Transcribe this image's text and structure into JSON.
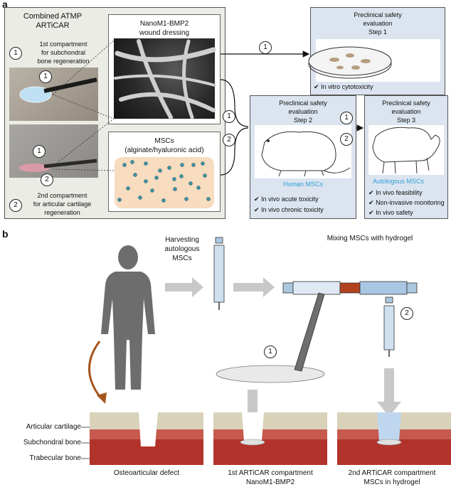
{
  "panel_a": {
    "letter": "a",
    "left_box": {
      "title1": "Combined ATMP",
      "title2": "ARTiCAR",
      "first_compartment": [
        "1st compartment",
        "for subchondral",
        "bone regeneration"
      ],
      "second_compartment": [
        "2nd compartment",
        "for articular cartilage",
        "regeneration"
      ],
      "dressing_label": [
        "NanoM1-BMP2",
        "wound dressing"
      ],
      "msc_label": [
        "MSCs",
        "(alginate/hyaluronic acid)"
      ]
    },
    "step1": {
      "title": [
        "Preclinical safety",
        "evaluation",
        "Step 1"
      ],
      "items": [
        "In vitro cytotoxicity"
      ]
    },
    "step2": {
      "title": [
        "Preclinical safety",
        "evaluation",
        "Step 2"
      ],
      "cells": "Human MSCs",
      "items": [
        "In vivo acute toxicity",
        "In vivo chronic toxicity"
      ]
    },
    "step3": {
      "title": [
        "Preclinical safety",
        "evaluation",
        "Step 3"
      ],
      "cells": "Autologous MSCs",
      "items": [
        "In vivo feasibility",
        "Non-invasive monitoring",
        "In vivo safety"
      ]
    },
    "numbers": {
      "one": "1",
      "two": "2"
    },
    "check_mark": "✔"
  },
  "panel_b": {
    "letter": "b",
    "harvest": [
      "Harvesting",
      "autologous",
      "MSCs"
    ],
    "mixing": "Mixing MSCs with hydrogel",
    "layers": [
      "Articular cartilage",
      "Subchondral bone",
      "Trabecular bone"
    ],
    "captions": {
      "defect": "Osteoarticular defect",
      "first": [
        "1st ARTiCAR compartment",
        "NanoM1-BMP2"
      ],
      "second": [
        "2nd ARTiCAR compartment",
        "MSCs in hydrogel"
      ]
    }
  },
  "colors": {
    "panel_bg": "#ecece6",
    "step_bg": "#dbe4ef",
    "msc_bg": "#f7dcc0",
    "accent_blue": "#2f9fd8",
    "cartilage": "#d9d2b8",
    "bone_red": "#b2332b",
    "arrow_gray": "#c8c8c8",
    "human_gray": "#6d6d6d"
  }
}
